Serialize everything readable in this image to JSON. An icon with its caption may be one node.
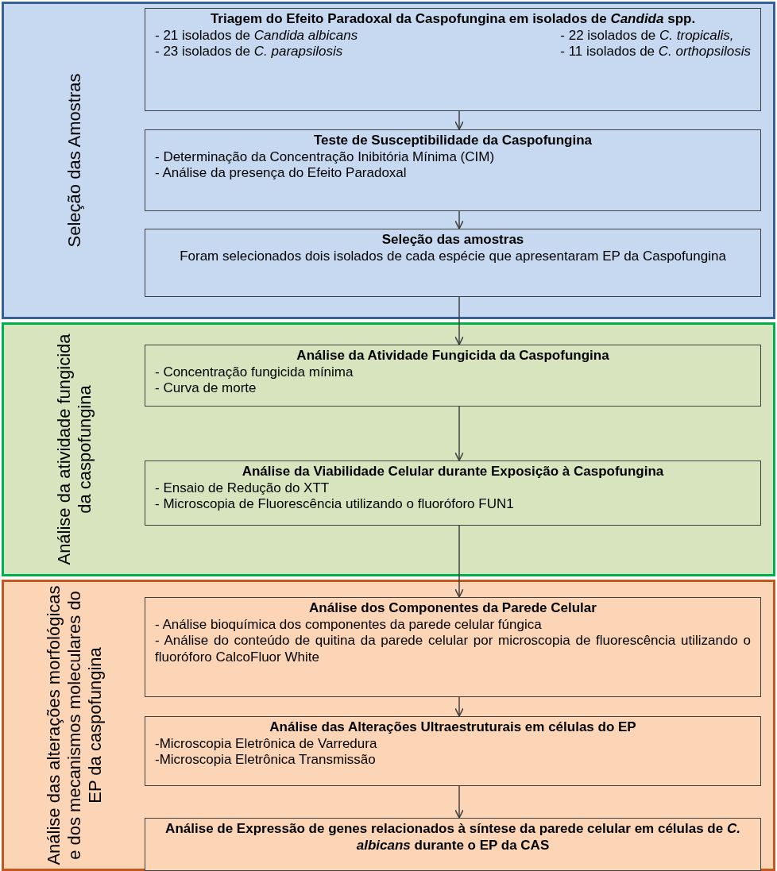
{
  "diagram": {
    "nodes": [
      {
        "text": [
          "Seleção das Amostras"
        ]
      },
      {
        "text": [
          "Triagem do Efeito Paradoxal da Caspofungina em isolados de *Candida* spp.",
          "- 21 isolados de *Candida albicans*",
          "- 22 isolados de *C. tropicalis,*",
          "- 23 isolados de *C. parapsilosis*",
          "- 11 isolados de *C. orthopsilosis*"
        ],
        "in": 0
      },
      {
        "text": [
          "Teste de Susceptibilidade da Caspofungina",
          "- Determinação da Concentração Inibitória Mínima (CIM)",
          "- Análise da presença do Efeito Paradoxal"
        ],
        "in": 0
      },
      {
        "text": [
          "Seleção das amostras",
          "Foram selecionados dois isolados de cada espécie que apresentaram EP da Caspofungina"
        ],
        "in": 0
      },
      {
        "text": [
          "Análise da atividade fungicida da caspofungina"
        ]
      },
      {
        "text": [
          "Análise da Atividade Fungicida da Caspofungina",
          "- Concentração fungicida mínima",
          "- Curva de morte"
        ],
        "in": 4
      },
      {
        "text": [
          "Análise da Viabilidade Celular durante Exposição à Caspofungina",
          "- Ensaio de Redução do XTT",
          "- Microscopia de Fluorescência utilizando o fluoróforo FUN1"
        ],
        "in": 4
      },
      {
        "text": [
          "Análise das alterações morfológicas e dos mecanismos moleculares do EP da caspofungina"
        ]
      },
      {
        "text": [
          "Análise dos Componentes da Parede Celular",
          "- Análise bioquímica dos componentes da parede celular fúngica",
          "- Análise do conteúdo de quitina da parede celular por microscopia de fluorescência utilizando o fluoróforo CalcoFluor White"
        ],
        "in": 7
      },
      {
        "text": [
          "Análise das Alterações Ultraestruturais em células do EP",
          "-Microscopia Eletrônica de Varredura",
          "-Microscopia Eletrônica Transmissão"
        ],
        "in": 7
      },
      {
        "text": [
          "Análise de Expressão de genes relacionados à síntese da parede celular em células de *C. albicans* durante o EP da CAS"
        ],
        "in": 7
      }
    ],
    "edges": [
      {
        "from": 1,
        "to": 2,
        "arrow": "to"
      },
      {
        "from": 2,
        "to": 3,
        "arrow": "to"
      },
      {
        "from": 3,
        "to": 5,
        "arrow": "to"
      },
      {
        "from": 5,
        "to": 6,
        "arrow": "to"
      },
      {
        "from": 6,
        "to": 8,
        "arrow": "to"
      },
      {
        "from": 8,
        "to": 9,
        "arrow": "to"
      },
      {
        "from": 9,
        "to": 10,
        "arrow": "to"
      }
    ]
  }
}
